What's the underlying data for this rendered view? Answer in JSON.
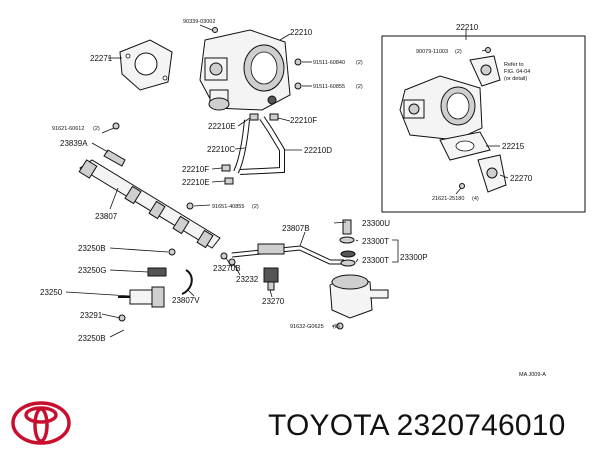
{
  "diagram": {
    "labels": {
      "p22271": "22271",
      "p90339": "90339-03002",
      "p22210": "22210",
      "p91511a": "91511-60840",
      "p91511a_qty": "(2)",
      "p91511b": "91511-60855",
      "p91511b_qty": "(2)",
      "p91621": "91621-60612",
      "p91621_qty": "(2)",
      "p23839A": "23839A",
      "p22210E_top": "22210E",
      "p22210F_top": "22210F",
      "p22210C": "22210C",
      "p22210D": "22210D",
      "p22210F_b": "22210F",
      "p22210E_b": "22210E",
      "p23807": "23807",
      "p91651": "91651-40855",
      "p91651_qty": "(2)",
      "p23807B": "23807B",
      "p23300U": "23300U",
      "p23300T1": "23300T",
      "p23300P": "23300P",
      "p23300T2": "23300T",
      "p23250B_top": "23250B",
      "p23250G": "23250G",
      "p23250": "23250",
      "p23270B": "23270B",
      "p23232": "23232",
      "p23807V": "23807V",
      "p23291": "23291",
      "p23250B_bot": "23250B",
      "p23270": "23270",
      "p91632": "91632-G0625",
      "p91632_qty": "(2)",
      "inset_22210": "22210",
      "inset_90079": "90079-11003",
      "inset_90079_qty": "(2)",
      "inset_refer1": "Refer to",
      "inset_refer2": "FIG. 04-04",
      "inset_refer3": "(or detail)",
      "inset_22215": "22215",
      "inset_22270": "22270",
      "inset_21621": "21621-25180",
      "inset_21621_qty": "(4)",
      "ma_code": "MA  J009-A"
    }
  },
  "footer": {
    "brand": "TOYOTA",
    "part_number": "2320746010",
    "brand_color": "#c8102e"
  }
}
